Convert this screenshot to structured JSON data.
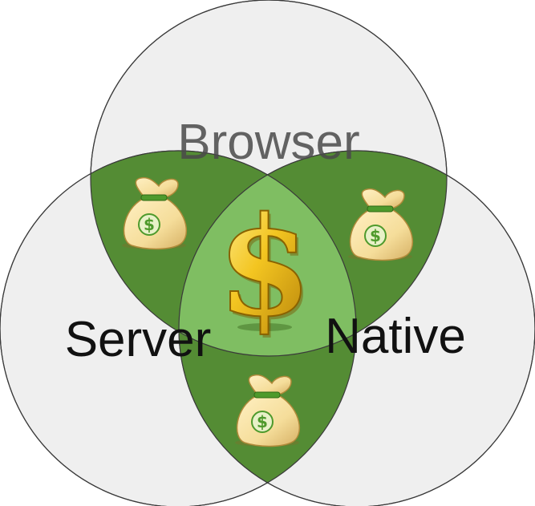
{
  "venn": {
    "sets": [
      {
        "label": "Browser"
      },
      {
        "label": "Server"
      },
      {
        "label": "Native"
      }
    ],
    "center_icon": "gold-dollar-sign-icon",
    "pairwise_icon": "money-bag-icon",
    "money_symbol": "$",
    "colors": {
      "circle_fill": "#efefef",
      "circle_stroke": "#3a3a3a",
      "pairwise_fill": "#548c34",
      "center_fill": "#7fbe62",
      "label_color": "#111111",
      "label_overlap_color": "#666666",
      "gold": "#f3c521",
      "bag": "#f5dd9a",
      "bag_dollar": "#4e9a2c"
    }
  }
}
